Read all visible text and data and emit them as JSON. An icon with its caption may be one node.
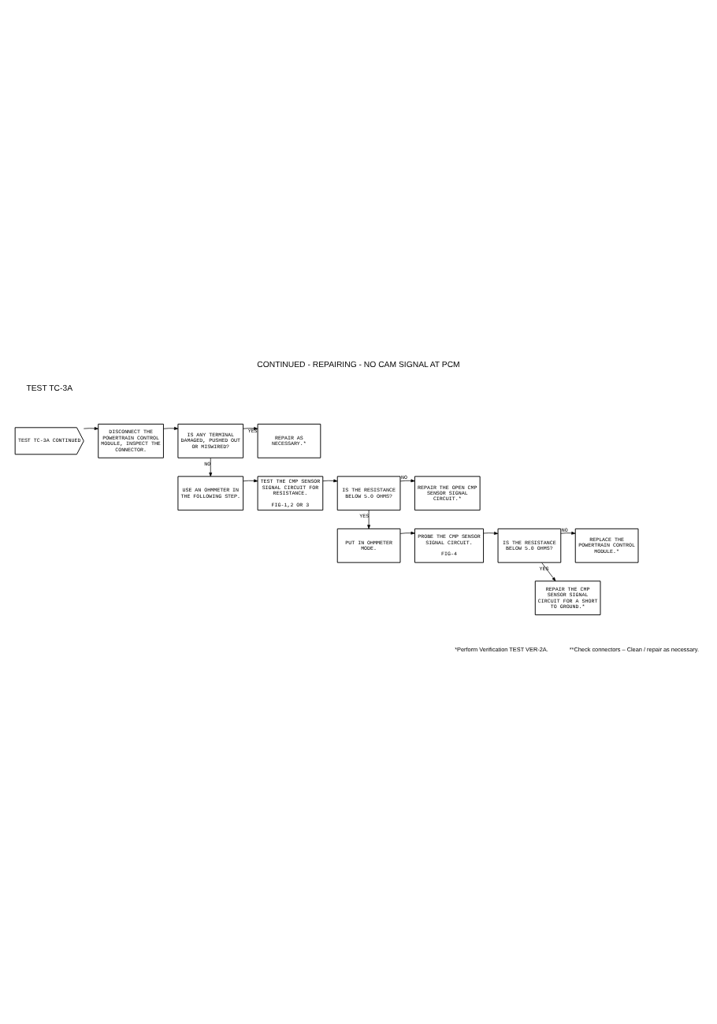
{
  "diagram": {
    "title": "CONTINUED - REPAIRING - NO CAM SIGNAL AT PCM",
    "nodes": [
      {
        "text": [
          "TEST TC-3A CONTINUED"
        ]
      },
      {
        "text": [
          "DISCONNECT THE POWERTRAIN CONTROL MODULE, INSPECT THE CONNECTOR."
        ]
      },
      {
        "text": [
          "IS ANY TERMINAL DAMAGED, PUSHED OUT OR MISWIRED?"
        ]
      },
      {
        "text": [
          "REPAIR AS NECESSARY.*"
        ]
      },
      {
        "text": [
          "USE AN OHMMETER IN THE FOLLOWING STEP."
        ]
      },
      {
        "text": [
          "TEST THE CMP SENSOR SIGNAL CIRCUIT FOR RESISTANCE.",
          "FIG-1,2 OR 3"
        ]
      },
      {
        "text": [
          "IS THE RESISTANCE BELOW 5.0 OHMS?"
        ]
      },
      {
        "text": [
          "REPAIR THE OPEN CMP SENSOR SIGNAL CIRCUIT.*"
        ]
      },
      {
        "text": [
          "PUT IN OHMMETER MODE."
        ]
      },
      {
        "text": [
          "PROBE THE CMP SENSOR SIGNAL CIRCUIT.",
          "FIG-4"
        ]
      },
      {
        "text": [
          "IS THE RESISTANCE BELOW 5.0 OHMS?"
        ]
      },
      {
        "text": [
          "REPLACE THE POWERTRAIN CONTROL MODULE.*"
        ]
      },
      {
        "text": [
          "REPAIR THE CMP SENSOR SIGNAL CIRCUIT FOR A SHORT TO GROUND.*"
        ]
      }
    ],
    "edges": [
      {
        "from": 0,
        "to": 1,
        "arrow": "to"
      },
      {
        "from": 1,
        "to": 2,
        "arrow": "to"
      },
      {
        "from": 2,
        "to": 3,
        "arrow": "to",
        "label": "YES"
      },
      {
        "from": 2,
        "to": 4,
        "arrow": "to",
        "label": "NO"
      },
      {
        "from": 4,
        "to": 5,
        "arrow": "to"
      },
      {
        "from": 5,
        "to": 6,
        "arrow": "to"
      },
      {
        "from": 6,
        "to": 7,
        "arrow": "to",
        "label": "NO"
      },
      {
        "from": 6,
        "to": 8,
        "arrow": "to",
        "label": "YES"
      },
      {
        "from": 8,
        "to": 9,
        "arrow": "to"
      },
      {
        "from": 9,
        "to": 10,
        "arrow": "to"
      },
      {
        "from": 10,
        "to": 11,
        "arrow": "to",
        "label": "NO"
      },
      {
        "from": 10,
        "to": 12,
        "arrow": "to",
        "label": "YES"
      }
    ],
    "labels": [
      "TEST TC-3A",
      "*Perform Verification TEST VER-2A.",
      "**Check connectors – Clean / repair as necessary."
    ]
  }
}
